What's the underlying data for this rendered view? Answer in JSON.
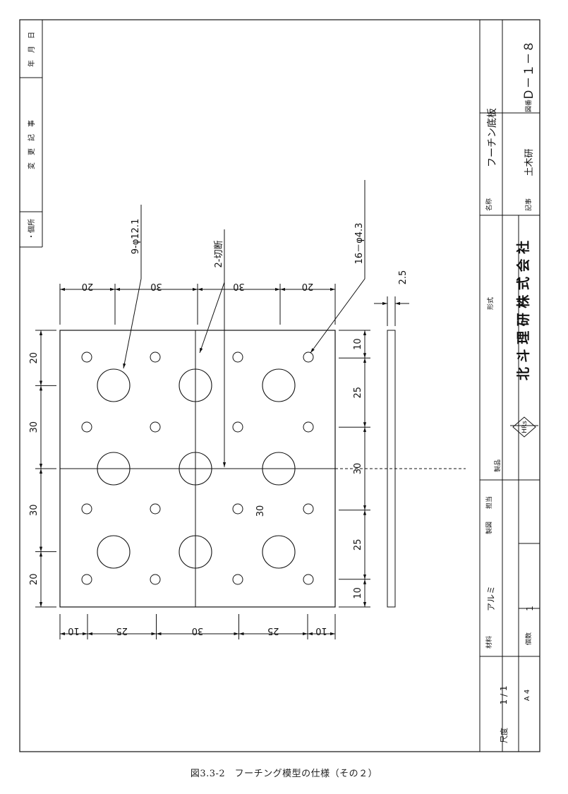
{
  "caption": "図3.3-2　フーチング模型の仕様（その２）",
  "revision_block": {
    "sign": "・個所",
    "change_record": "変　更　記　事",
    "date": "年　月　日"
  },
  "title_block": {
    "name_label": "名称",
    "name": "フーチン底板",
    "record_label": "記事",
    "record": "土木研",
    "drawing_no_label": "図番",
    "drawing_no": "Ｄ－１－８",
    "type_label": "形式",
    "company": "北 斗 理 研 株 式 会 社",
    "logo": "HRs",
    "product_label": "製品",
    "charge_label": "担当",
    "drafting_label": "製図",
    "material_label": "材料",
    "material": "アルミ",
    "quantity_label": "個数",
    "quantity": "1",
    "scale_label": "尺度",
    "scale": "1 / 1",
    "paper": "A 4"
  },
  "annotations": {
    "large_holes": "9-φ12.1",
    "cut": "2-切断",
    "small_holes": "16－φ4.3",
    "thickness": "2.5",
    "inner": "30"
  },
  "dimensions": {
    "top": [
      "20",
      "30",
      "30",
      "20"
    ],
    "bottom": [
      "10",
      "25",
      "30",
      "25",
      "10"
    ],
    "left": [
      "20",
      "30",
      "30",
      "20"
    ],
    "right": [
      "10",
      "25",
      "30",
      "25",
      "10"
    ]
  }
}
